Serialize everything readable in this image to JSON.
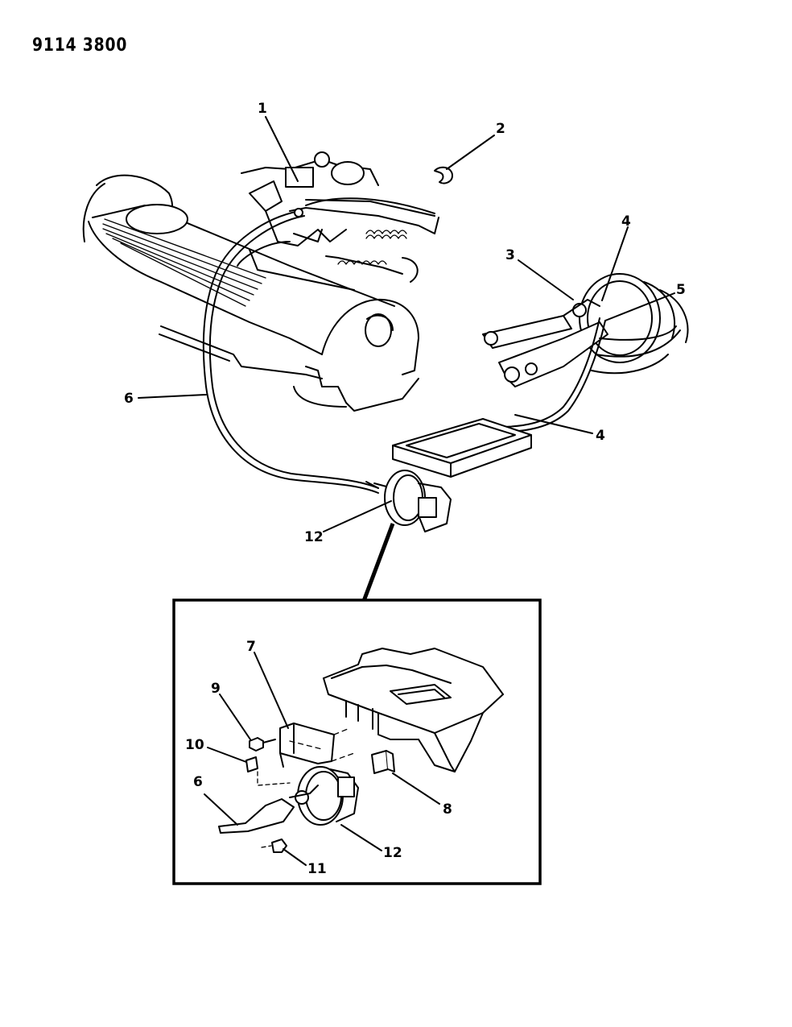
{
  "header": {
    "code": "9114 3800"
  },
  "callouts": {
    "c1": "1",
    "c2": "2",
    "c3": "3",
    "c4a": "4",
    "c4b": "4",
    "c5": "5",
    "c6a": "6",
    "c12a": "12",
    "c7": "7",
    "c8": "8",
    "c9": "9",
    "c10": "10",
    "c6b": "6",
    "c11": "11",
    "c12b": "12"
  }
}
